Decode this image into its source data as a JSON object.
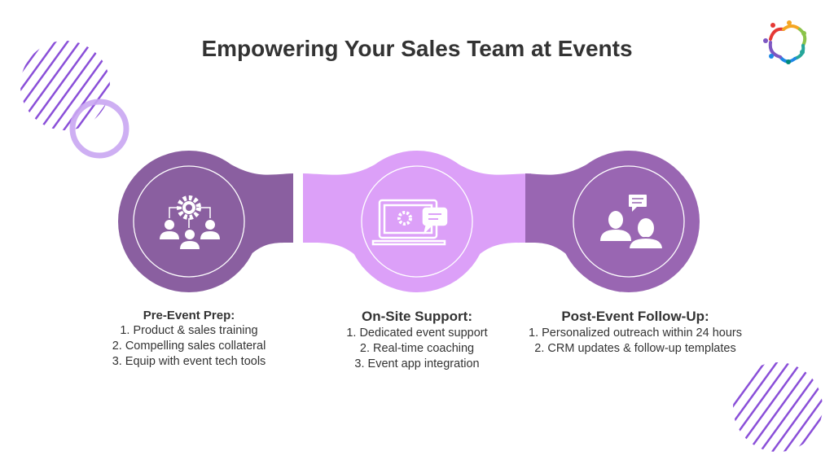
{
  "title": "Empowering Your Sales Team at Events",
  "colors": {
    "step1": "#8a5fa0",
    "step2": "#dca0f8",
    "step3": "#9966b2",
    "stripes": "#8a4fd8"
  },
  "steps": [
    {
      "heading": "Pre-Event Prep:",
      "icon": "team-gear-icon",
      "items": [
        "1. Product & sales training",
        "2. Compelling sales collateral",
        "3. Equip with event tech tools"
      ]
    },
    {
      "heading": "On-Site Support:",
      "icon": "laptop-gear-chat-icon",
      "items": [
        "1. Dedicated event support",
        "2. Real-time coaching",
        "3. Event app integration"
      ]
    },
    {
      "heading": "Post-Event Follow-Up:",
      "icon": "people-conversation-icon",
      "items": [
        "1. Personalized outreach within 24 hours",
        "2. CRM updates & follow-up templates"
      ]
    }
  ]
}
